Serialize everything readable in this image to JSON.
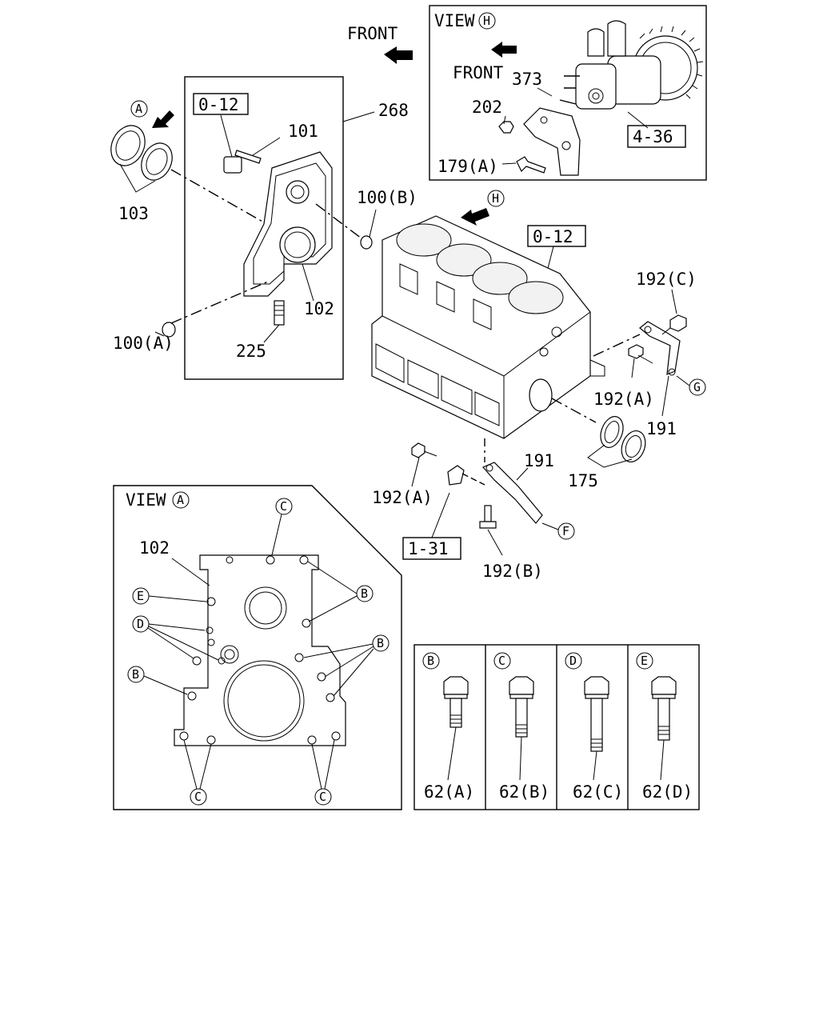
{
  "labels": {
    "front_top": "FRONT",
    "front_inset": "FRONT",
    "view_h": "VIEW",
    "view_a": "VIEW",
    "ref_0_12_left": "0-12",
    "ref_0_12_block": "0-12",
    "ref_4_36": "4-36",
    "ref_1_31": "1-31",
    "p268": "268",
    "p101": "101",
    "p103": "103",
    "p102": "102",
    "p102_view": "102",
    "p225": "225",
    "p100a": "100(A)",
    "p100b": "100(B)",
    "p373": "373",
    "p202": "202",
    "p179a": "179(A)",
    "p192c": "192(C)",
    "p192a_right": "192(A)",
    "p191_right": "191",
    "p191_lower": "191",
    "p175": "175",
    "p192a_lower": "192(A)",
    "p192b": "192(B)",
    "p62a": "62(A)",
    "p62b": "62(B)",
    "p62c": "62(C)",
    "p62d": "62(D)"
  },
  "circle_letters": {
    "A": "A",
    "B": "B",
    "C": "C",
    "D": "D",
    "E": "E",
    "F": "F",
    "G": "G",
    "H": "H"
  }
}
